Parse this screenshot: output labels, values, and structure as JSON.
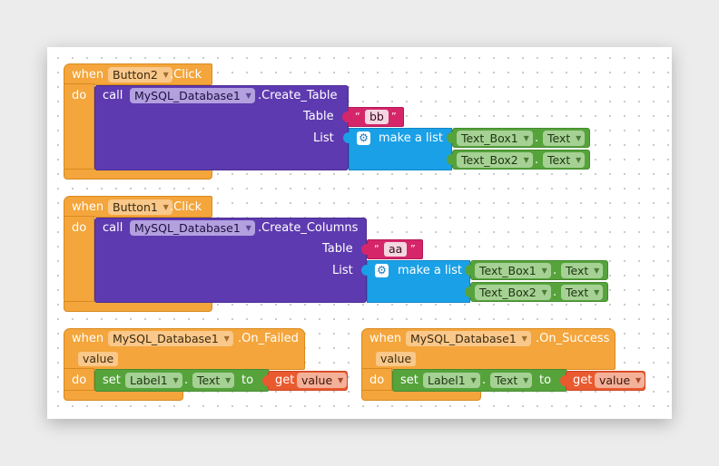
{
  "keywords": {
    "when": "when",
    "do": "do",
    "call": "call",
    "set": "set",
    "to": "to",
    "get": "get",
    "make_list": "make a list",
    "dot": ".",
    "quote_open": "“",
    "quote_close": "”"
  },
  "sockets": {
    "table": "Table",
    "list": "List"
  },
  "param_name": "value",
  "block1": {
    "component": "Button2",
    "event": ".Click",
    "db": "MySQL_Database1",
    "method": ".Create_Table",
    "table_text": "bb",
    "list_items": [
      {
        "component": "Text_Box1",
        "property": "Text"
      },
      {
        "component": "Text_Box2",
        "property": "Text"
      }
    ]
  },
  "block2": {
    "component": "Button1",
    "event": ".Click",
    "db": "MySQL_Database1",
    "method": ".Create_Columns",
    "table_text": "aa",
    "list_items": [
      {
        "component": "Text_Box1",
        "property": "Text"
      },
      {
        "component": "Text_Box2",
        "property": "Text"
      }
    ]
  },
  "block3": {
    "component": "MySQL_Database1",
    "event": ".On_Failed",
    "param": "value",
    "set_component": "Label1",
    "set_property": "Text",
    "get_var": "value"
  },
  "block4": {
    "component": "MySQL_Database1",
    "event": ".On_Success",
    "param": "value",
    "set_component": "Label1",
    "set_property": "Text",
    "get_var": "value"
  },
  "colors": {
    "event_orange": "#f4a53b",
    "procedure_purple": "#5e3ab0",
    "list_blue": "#1aa0e6",
    "text_magenta": "#d5266a",
    "component_green": "#56a33c",
    "variable_orange_red": "#ea5a2f"
  },
  "icons": [
    "gear-icon",
    "dropdown-arrow-icon"
  ]
}
